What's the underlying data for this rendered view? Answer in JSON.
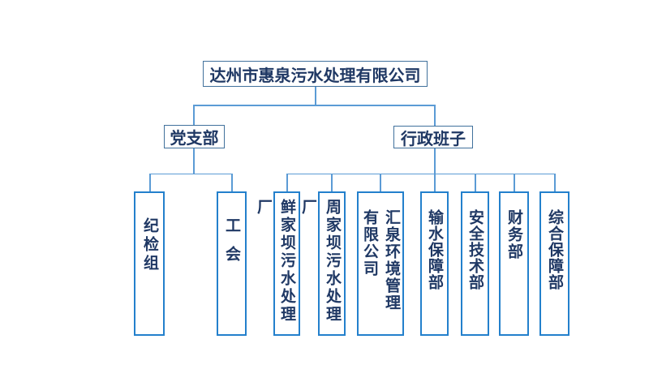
{
  "org": {
    "root": {
      "label": "达州市惠泉污水处理有限公司"
    },
    "branches": [
      {
        "label": "党支部"
      },
      {
        "label": "行政班子"
      }
    ],
    "party_children": [
      {
        "label": "纪检组"
      },
      {
        "label": "工会"
      }
    ],
    "admin_children": [
      {
        "label": "鲜家坝污水处理厂"
      },
      {
        "label": "周家坝污水处理厂"
      },
      {
        "label": "汇泉环境管理\n有限公司"
      },
      {
        "label": "输水保障部"
      },
      {
        "label": "安全技术部"
      },
      {
        "label": "财务部"
      },
      {
        "label": "综合保障部"
      }
    ]
  },
  "colors": {
    "ink": "#1F3864",
    "border_dark": "#41719C",
    "border_bright": "#2380CC",
    "connector": "#5B9BD5",
    "background": "#FFFFFF"
  }
}
